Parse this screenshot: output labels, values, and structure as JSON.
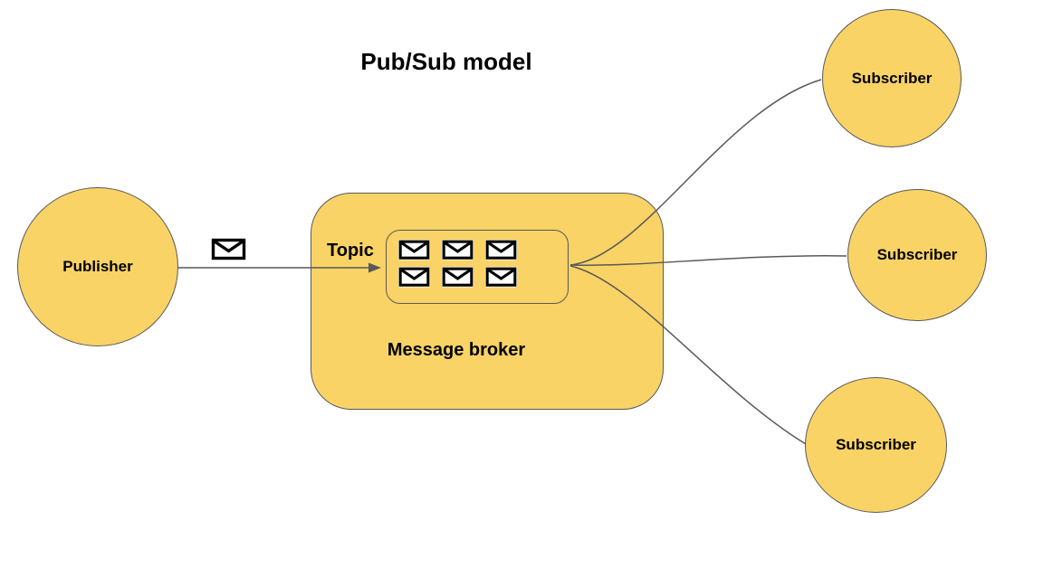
{
  "title": "Pub/Sub model",
  "publisher": {
    "label": "Publisher"
  },
  "broker": {
    "label": "Message broker",
    "topic": {
      "label": "Topic",
      "message_count": 6
    }
  },
  "subscribers": [
    {
      "label": "Subscriber"
    },
    {
      "label": "Subscriber"
    },
    {
      "label": "Subscriber"
    }
  ],
  "icons": {
    "message": "envelope-icon"
  },
  "colors": {
    "node_fill": "#F9D366",
    "node_border": "#595959",
    "connector": "#595959",
    "envelope_stroke": "#000000",
    "text": "#000000",
    "background": "#FFFFFF"
  }
}
